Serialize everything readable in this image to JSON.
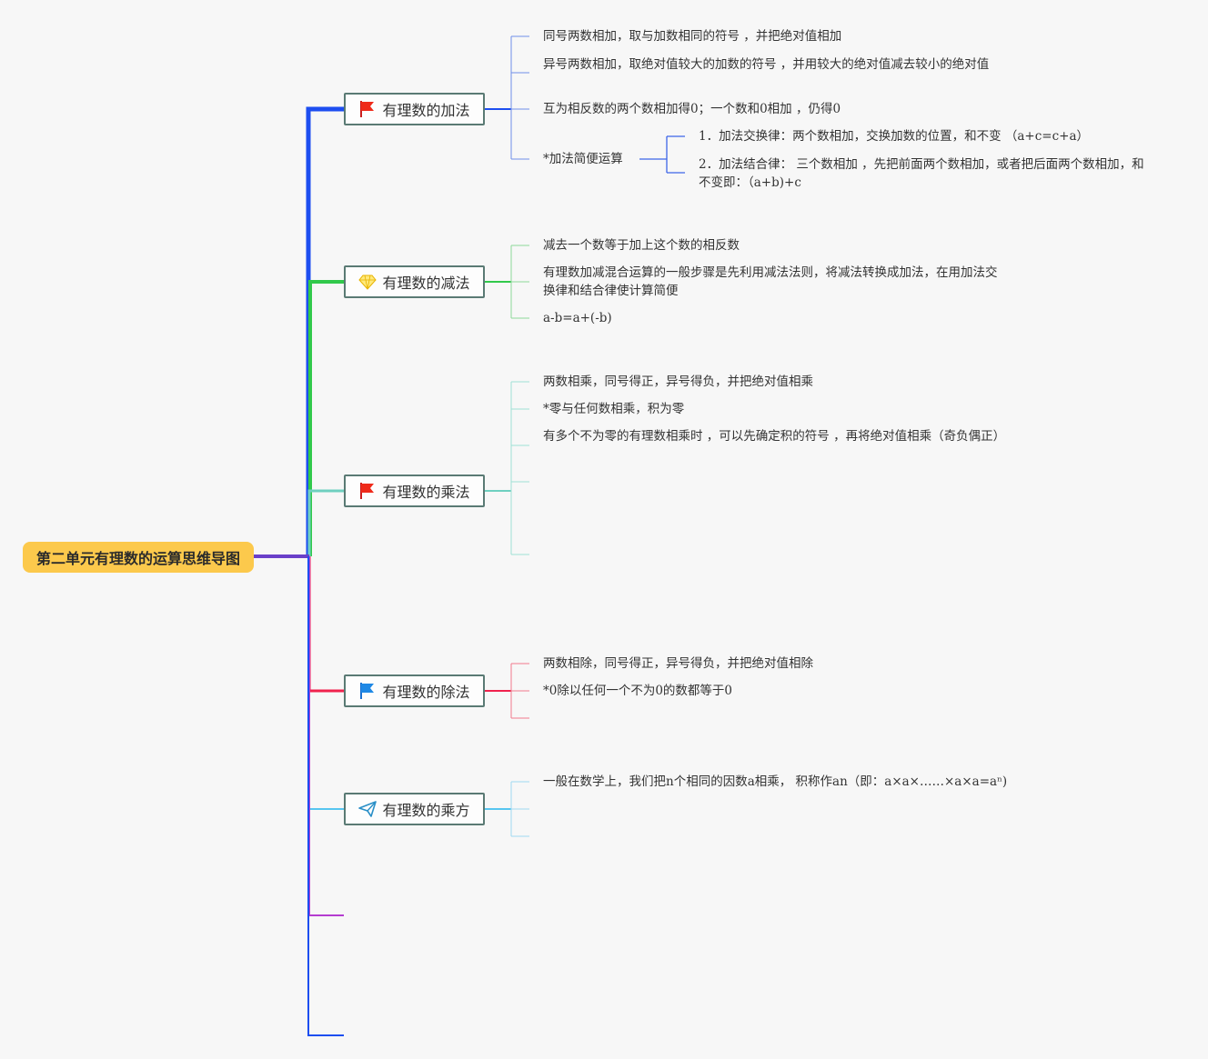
{
  "root": {
    "title": "第二单元有理数的运算思维导图"
  },
  "branches": [
    {
      "title": "有理数的加法",
      "icon": "red-flag-icon",
      "color": "#1d4ef0",
      "items": [
        "同号两数相加，取与加数相同的符号 ，并把绝对值相加",
        "异号两数相加，取绝对值较大的加数的符号 ，并用较大的绝对值减去较小的绝对值",
        "互为相反数的两个数相加得0；一个数和0相加 ，仍得0",
        "*加法简便运算"
      ],
      "sub": [
        "1．加法交换律：两个数相加，交换加数的位置，和不变 （a+c=c+a）",
        "2．加法结合律： 三个数相加 ，先把前面两个数相加，或者把后面两个数相加，和不变即：（a+b)+c"
      ]
    },
    {
      "title": "有理数的减法",
      "icon": "diamond-icon",
      "color": "#31c94b",
      "items": [
        "减去一个数等于加上这个数的相反数",
        "有理数加减混合运算的一般步骤是先利用减法法则，将减法转换成加法，在用加法交换律和结合律使计算简便",
        "a-b=a+(-b)"
      ]
    },
    {
      "title": "有理数的乘法",
      "icon": "red-flag-icon",
      "color": "#6fd0c0",
      "items": [
        "两数相乘，同号得正，异号得负，并把绝对值相乘",
        "*零与任何数相乘，积为零",
        "有多个不为零的有理数相乘时 ，可以先确定积的符号 ，再将绝对值相乘（奇负偶正）"
      ]
    },
    {
      "title": "有理数的除法",
      "icon": "blue-flag-icon",
      "color": "#f0224d",
      "items": [
        "两数相除，同号得正，异号得负，并把绝对值相除",
        "*0除以任何一个不为0的数都等于0"
      ]
    },
    {
      "title": "有理数的乘方",
      "icon": "paper-plane-icon",
      "color": "#57c6f0",
      "items": [
        "一般在数学上，我们把n个相同的因数a相乘， 积称作an（即：a×a×……×a×a=aⁿ)"
      ]
    }
  ]
}
